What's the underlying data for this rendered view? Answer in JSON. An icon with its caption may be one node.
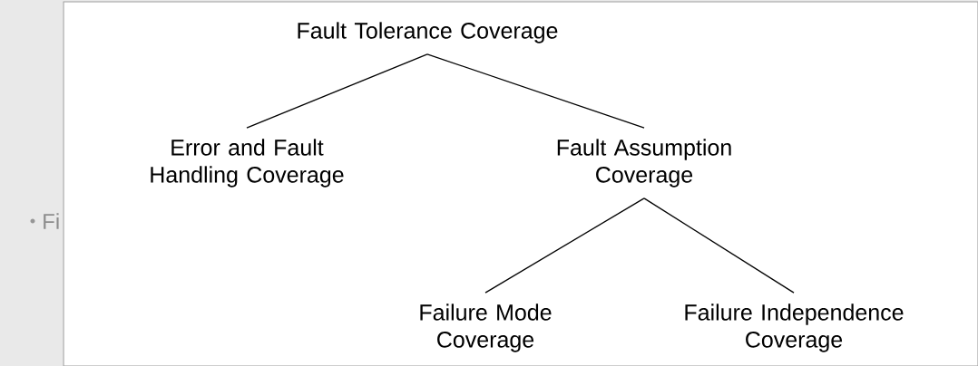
{
  "diagram": {
    "nodes": [
      {
        "text": [
          "Fault Tolerance Coverage"
        ]
      },
      {
        "text": [
          "Error and Fault Handling Coverage"
        ]
      },
      {
        "text": [
          "Fault Assumption Coverage"
        ]
      },
      {
        "text": [
          "Failure Mode Coverage"
        ]
      },
      {
        "text": [
          "Failure Independence Coverage"
        ]
      }
    ],
    "edges": [
      {
        "from": 0,
        "to": 1,
        "arrow": "none"
      },
      {
        "from": 0,
        "to": 2,
        "arrow": "none"
      },
      {
        "from": 2,
        "to": 3,
        "arrow": "none"
      },
      {
        "from": 2,
        "to": 4,
        "arrow": "none"
      }
    ],
    "labels": [
      "Fi"
    ]
  }
}
